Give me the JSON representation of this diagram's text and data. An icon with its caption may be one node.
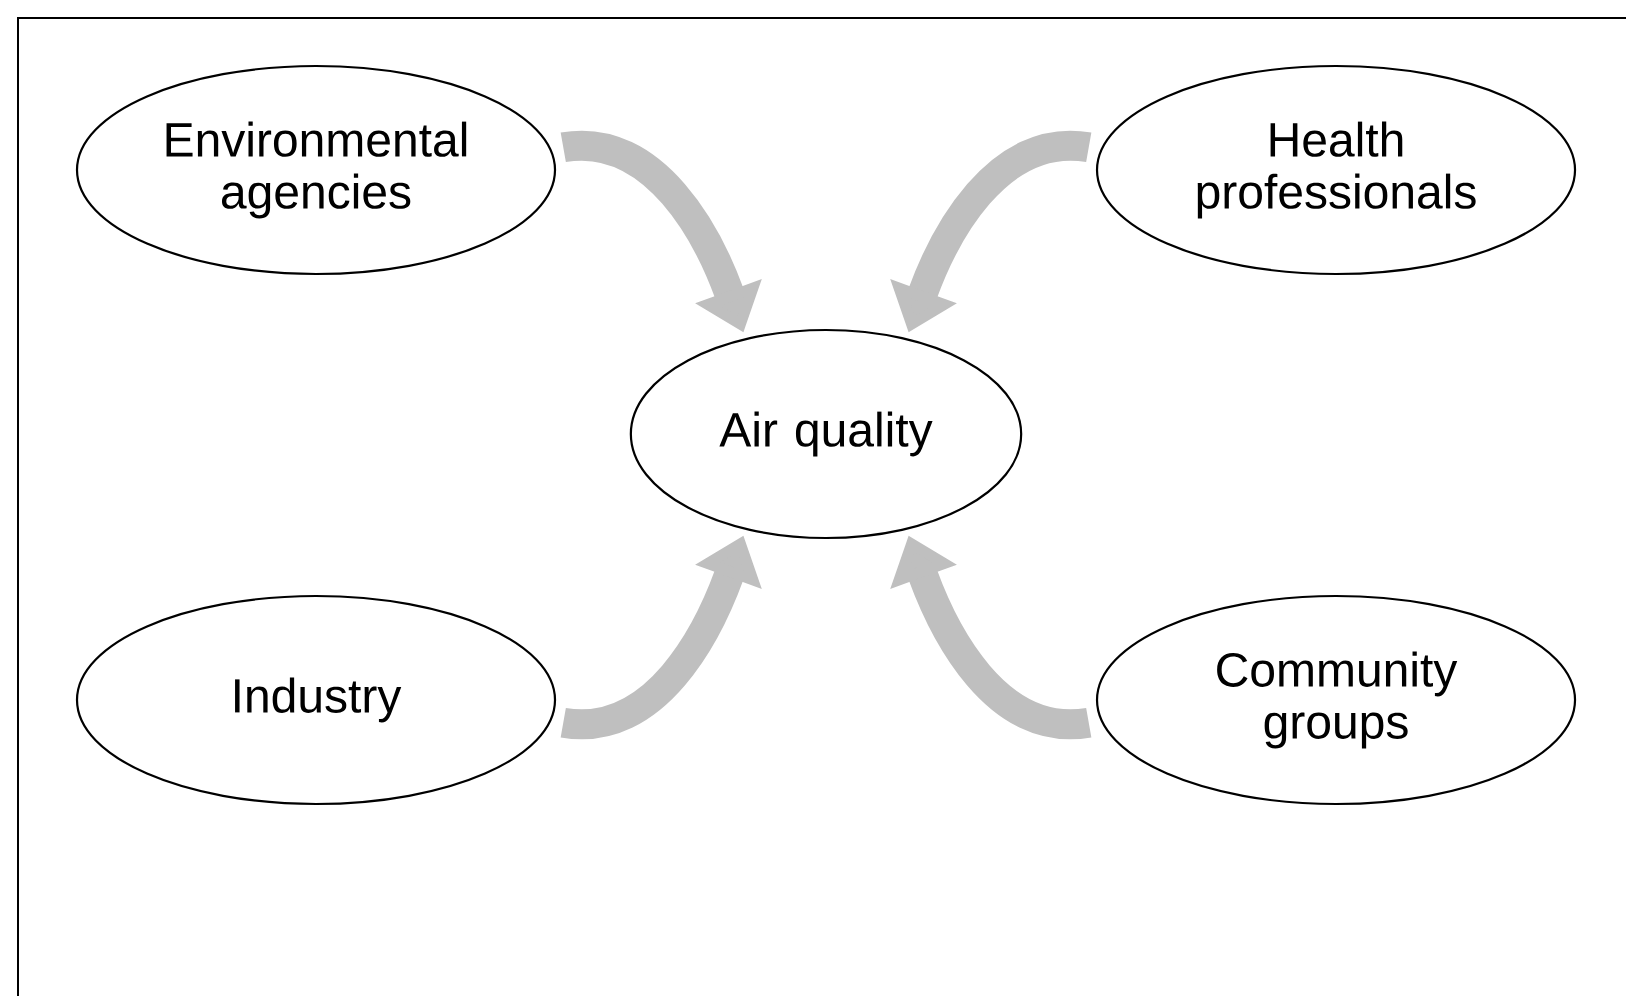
{
  "diagram": {
    "nodes": [
      {
        "text": [
          "Environmental agencies"
        ]
      },
      {
        "text": [
          "Health professionals"
        ]
      },
      {
        "text": [
          "Air quality"
        ]
      },
      {
        "text": [
          "Industry"
        ]
      },
      {
        "text": [
          "Community groups"
        ]
      }
    ],
    "edges": [
      {
        "from": 0,
        "to": 2,
        "arrow": "to"
      },
      {
        "from": 1,
        "to": 2,
        "arrow": "to"
      },
      {
        "from": 3,
        "to": 2,
        "arrow": "to"
      },
      {
        "from": 4,
        "to": 2,
        "arrow": "to"
      }
    ]
  }
}
